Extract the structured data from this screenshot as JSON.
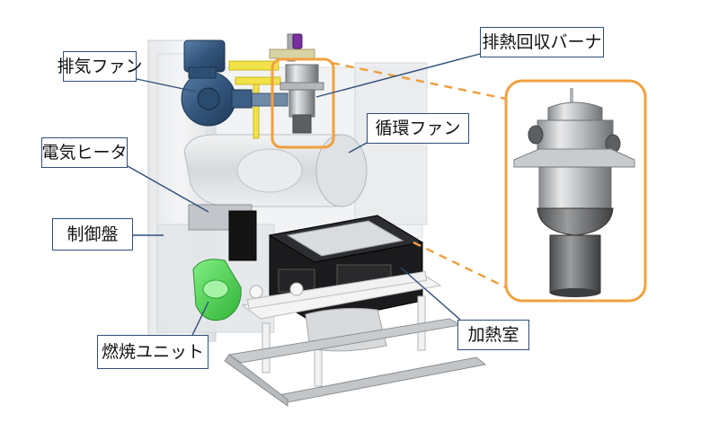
{
  "labels": {
    "exhaust_fan": "排気ファン",
    "exhaust_heat_burner": "排熱回収バーナ",
    "circulation_fan": "循環ファン",
    "electric_heater": "電気ヒータ",
    "control_panel": "制御盤",
    "heating_chamber": "加熱室",
    "combustion_unit": "燃焼ユニット"
  },
  "colors": {
    "label_border": "#2f4e7a",
    "leader_line": "#2f4e7a",
    "highlight_orange": "#f0a040",
    "callout_dash": "#f0a040",
    "combustion_green": "#34d43a"
  }
}
